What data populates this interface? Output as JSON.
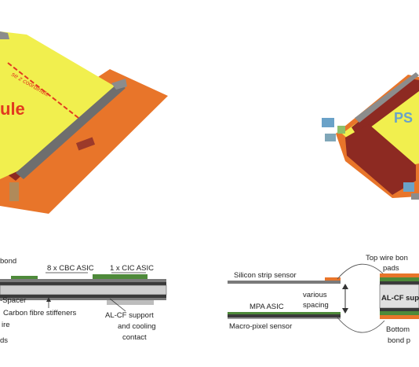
{
  "top_left": {
    "module_text": "ule",
    "axis_text": "se z coordinate"
  },
  "top_right": {
    "module_text": "PS"
  },
  "bottom_left": {
    "label_bond": "bond",
    "label_cbc": "8 x CBC ASIC",
    "label_cic": "1 x CIC ASIC",
    "label_spacer": "-Spacer",
    "label_carbon": "Carbon fibre stiffeners",
    "label_alcf_1": "AL-CF support",
    "label_alcf_2": "and cooling",
    "label_alcf_3": "contact",
    "label_wire": "ire",
    "label_ds": "ds"
  },
  "bottom_right": {
    "label_strip": "Silicon strip sensor",
    "label_mpa": "MPA ASIC",
    "label_macro": "Macro-pixel sensor",
    "label_various": "various",
    "label_spacing": "spacing",
    "label_topwire": "Top wire bon",
    "label_pads": "pads",
    "label_alcf": "AL-CF sup",
    "label_bottom": "Bottom",
    "label_bondp": "bond p"
  },
  "colors": {
    "sensor_yellow": "#f1ef4e",
    "hybrid_orange": "#e8752a",
    "dark_red": "#8d2a22",
    "grey": "#8c8c8c",
    "label_red": "#e23a1f",
    "ps_blue": "#6aa2c8"
  }
}
